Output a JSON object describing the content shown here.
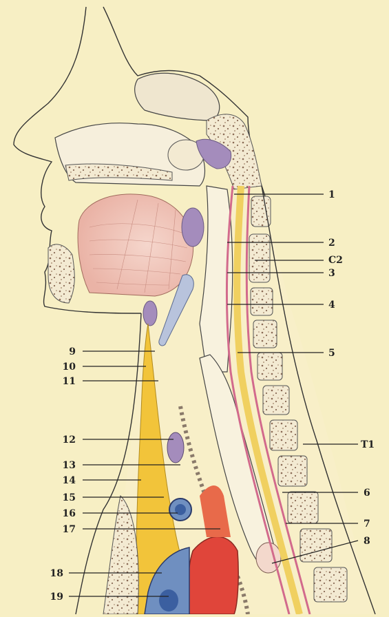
{
  "colors": {
    "background": "#f7efc4",
    "bone": "#f3ead2",
    "bone_speckle": "#8a6a55",
    "cord_yellow": "#f0d060",
    "dura_pink": "#d26a8c",
    "fat_yellow": "#f2c43a",
    "vessel_blue": "#6f8fc0",
    "artery_red": "#e0453a",
    "muscle_pink": "#f0c8b8",
    "gland_purple": "#a48cbc"
  },
  "labels": {
    "l1": "1",
    "l2": "2",
    "lc2": "C2",
    "l3": "3",
    "l4": "4",
    "l5": "5",
    "lt1": "T1",
    "l6": "6",
    "l7": "7",
    "l8": "8",
    "l9": "9",
    "l10": "10",
    "l11": "11",
    "l12": "12",
    "l13": "13",
    "l14": "14",
    "l15": "15",
    "l16": "16",
    "l17": "17",
    "l18": "18",
    "l19": "19"
  }
}
